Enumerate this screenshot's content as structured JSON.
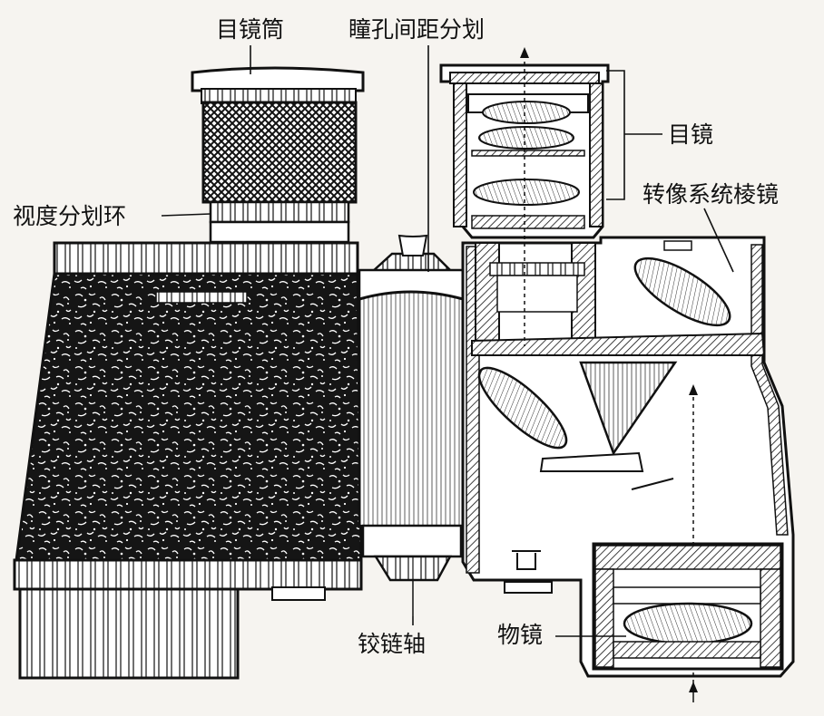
{
  "labels": {
    "eyepiece_tube": "目镜筒",
    "ipd_scale": "瞳孔间距分划",
    "eyepiece": "目镜",
    "erecting_prism": "转像系统棱镜",
    "diopter_ring": "视度分划环",
    "hinge_axis": "铰链轴",
    "objective": "物镜"
  },
  "colors": {
    "ink": "#111111",
    "paper": "#f6f4f0",
    "body_fill": "#161616"
  }
}
